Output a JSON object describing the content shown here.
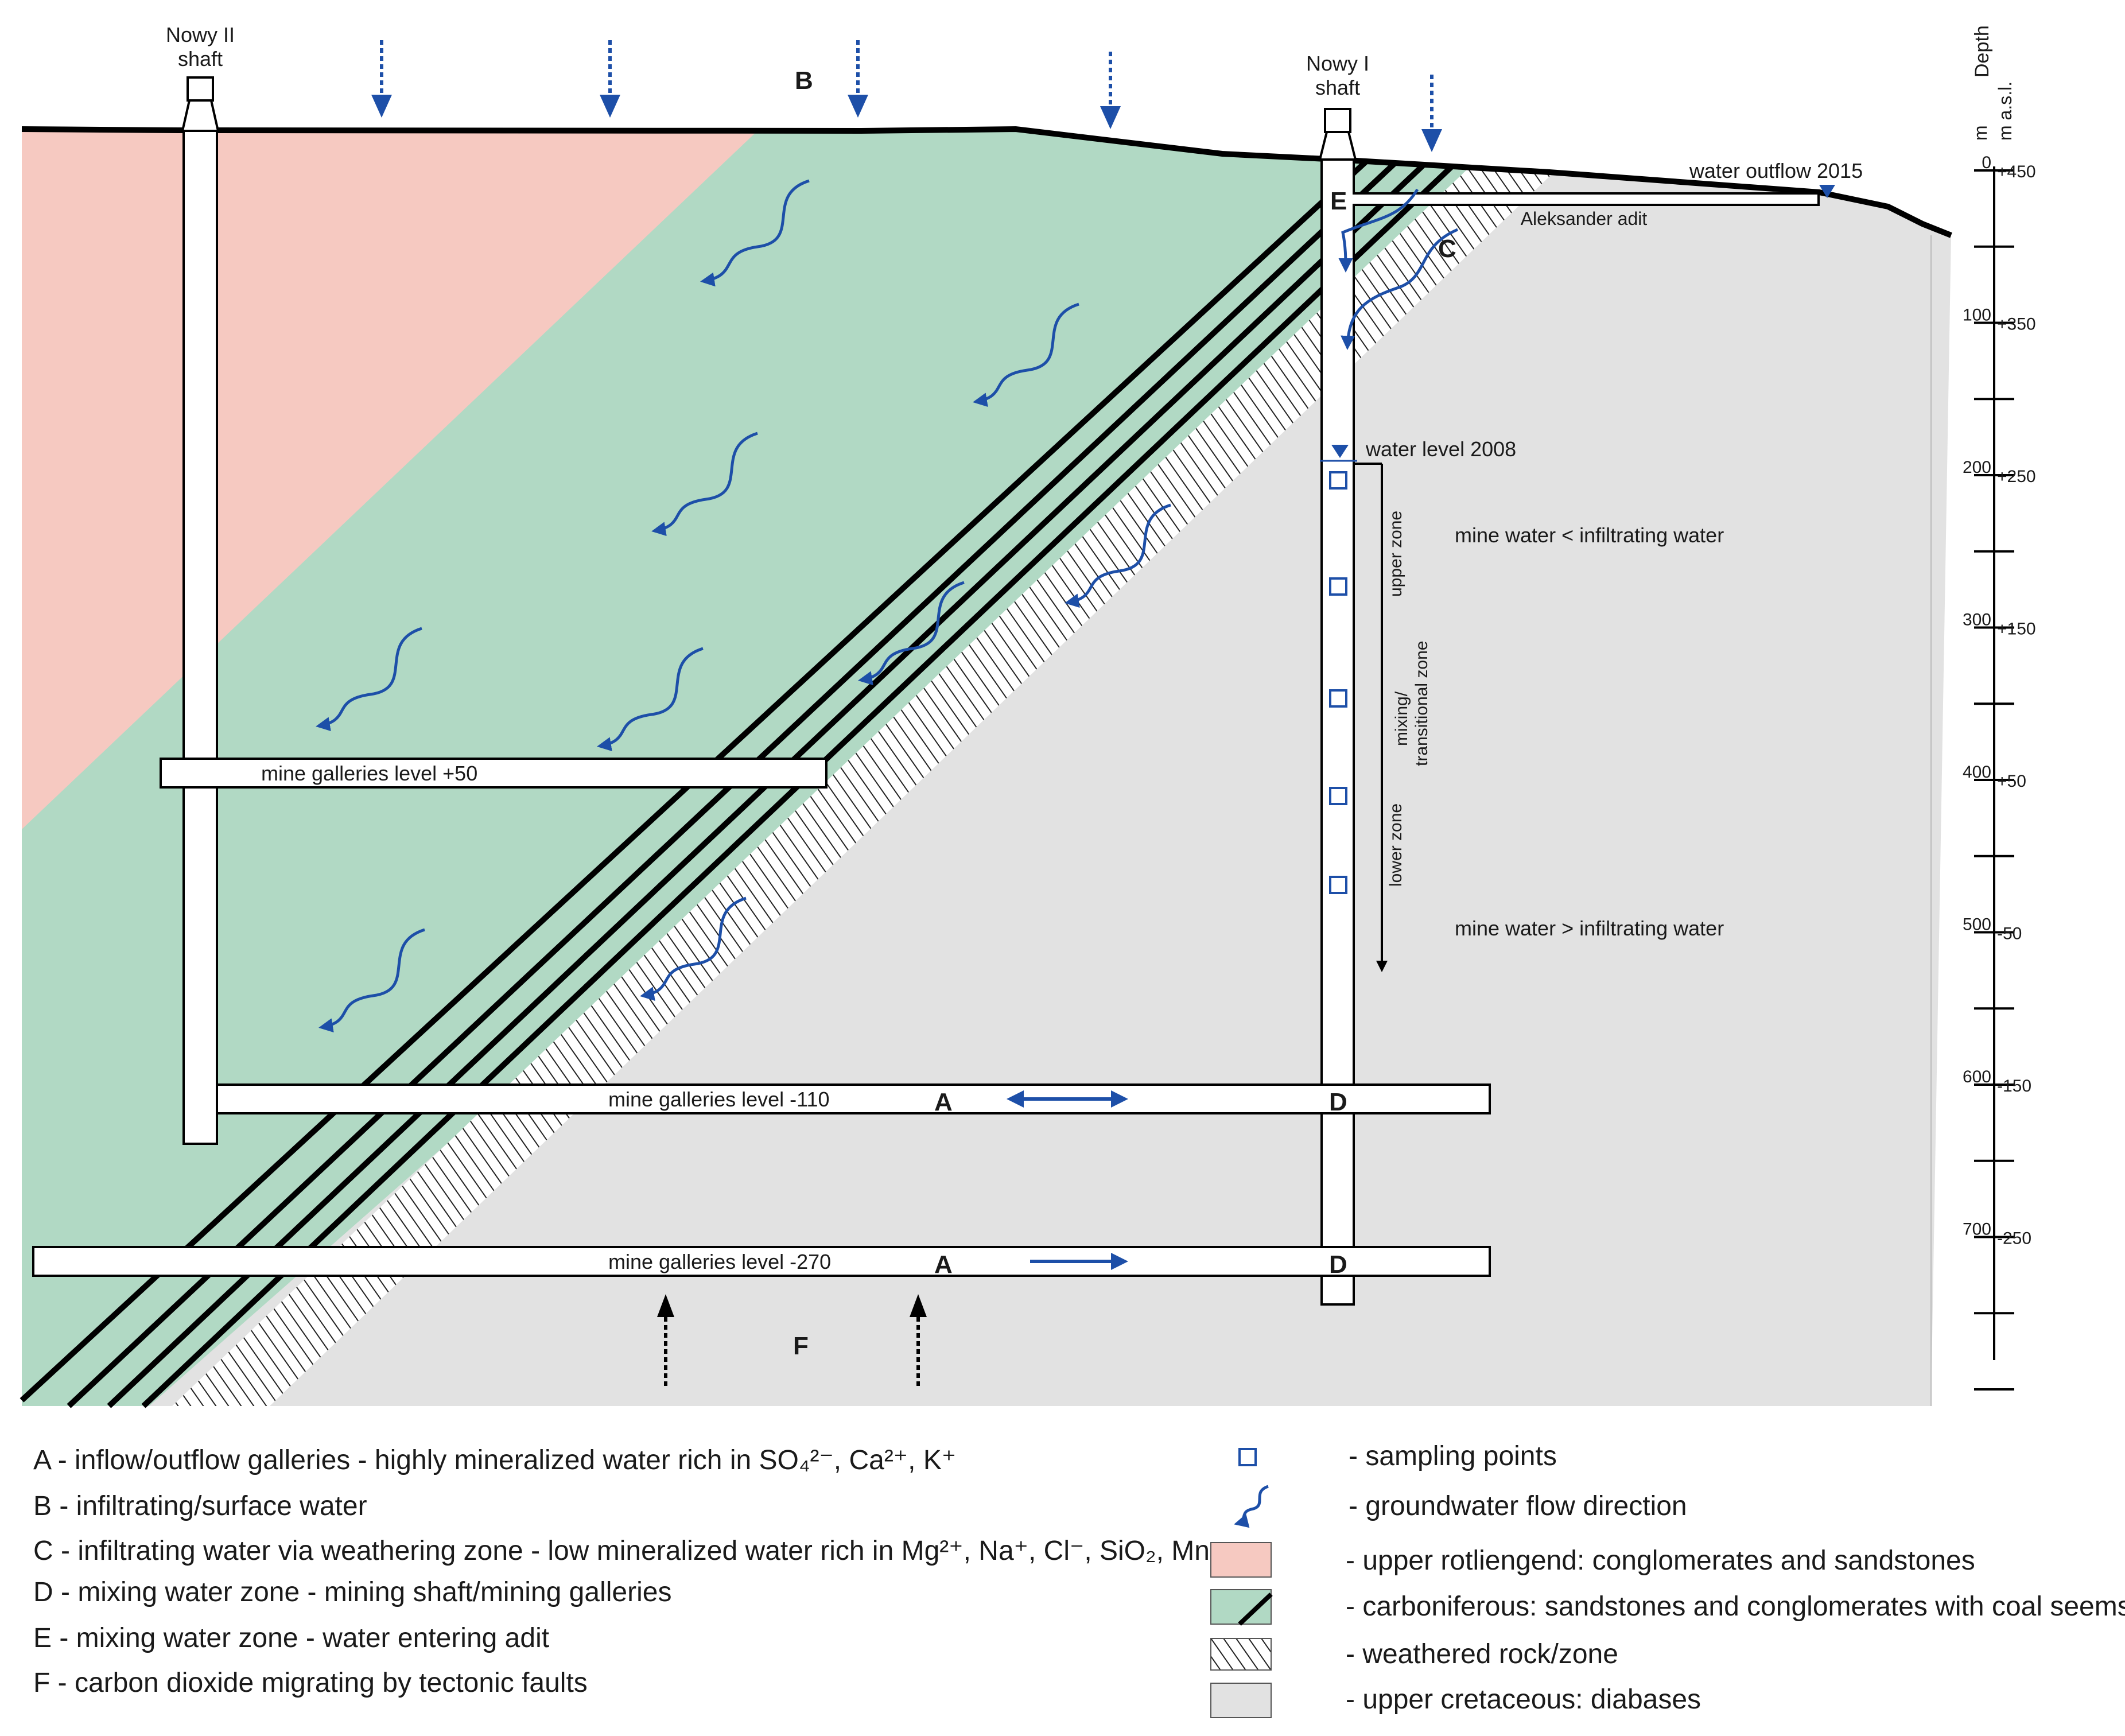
{
  "shafts": {
    "nowy2": [
      "Nowy II",
      "shaft"
    ],
    "nowy1": [
      "Nowy I",
      "shaft"
    ]
  },
  "letters": {
    "A": "A",
    "B": "B",
    "C": "C",
    "D": "D",
    "E": "E",
    "F": "F"
  },
  "labels": {
    "water_outflow": "water outflow 2015",
    "adit": "Aleksander adit",
    "water_level": "water level 2008",
    "upper_zone": "upper zone",
    "mixing_zone": [
      "mixing/",
      "transitional zone"
    ],
    "lower_zone": "lower zone",
    "mine_lt_infiltrating": "mine water < infiltrating water",
    "mine_gt_infiltrating": "mine water > infiltrating water",
    "level_plus50": "mine galleries level +50",
    "level_minus110": "mine galleries level -110",
    "level_minus270": "mine galleries level -270"
  },
  "depth_scale": {
    "title_depth": "Depth",
    "unit_m": "m",
    "unit_masl": "m a.s.l.",
    "depths": [
      "0",
      "100",
      "200",
      "300",
      "400",
      "500",
      "600",
      "700"
    ],
    "elevations": [
      "+450",
      "+350",
      "+250",
      "+150",
      "+50",
      "-50",
      "-150",
      "-250"
    ]
  },
  "legend_left": [
    "A - inflow/outflow galleries - highly mineralized water rich in SO₄²⁻, Ca²⁺, K⁺",
    "B - infiltrating/surface water",
    "C - infiltrating water via weathering zone - low mineralized water rich in Mg²⁺, Na⁺,  Cl⁻, SiO₂, Mn",
    "D - mixing water zone - mining shaft/mining galleries",
    "E - mixing water zone - water entering adit",
    "F - carbon dioxide migrating by tectonic faults"
  ],
  "legend_right": [
    {
      "label": "- sampling points",
      "icon": "sampling-square"
    },
    {
      "label": "- groundwater flow direction",
      "icon": "wavy-arrow"
    },
    {
      "label": "- upper rotliengend: conglomerates and sandstones",
      "icon": "pink-swatch"
    },
    {
      "label": "- carboniferous: sandstones  and conglomerates with coal seems",
      "icon": "green-coal-swatch"
    },
    {
      "label": "- weathered rock/zone",
      "icon": "hatched-swatch"
    },
    {
      "label": "- upper cretaceous: diabases",
      "icon": "grey-swatch"
    }
  ],
  "colors": {
    "rotliegend": "#f6c9c1",
    "carboniferous": "#b1d9c4",
    "cretaceous": "#e2e2e2",
    "arrow_blue": "#1d4fa8",
    "line": "#000000"
  }
}
